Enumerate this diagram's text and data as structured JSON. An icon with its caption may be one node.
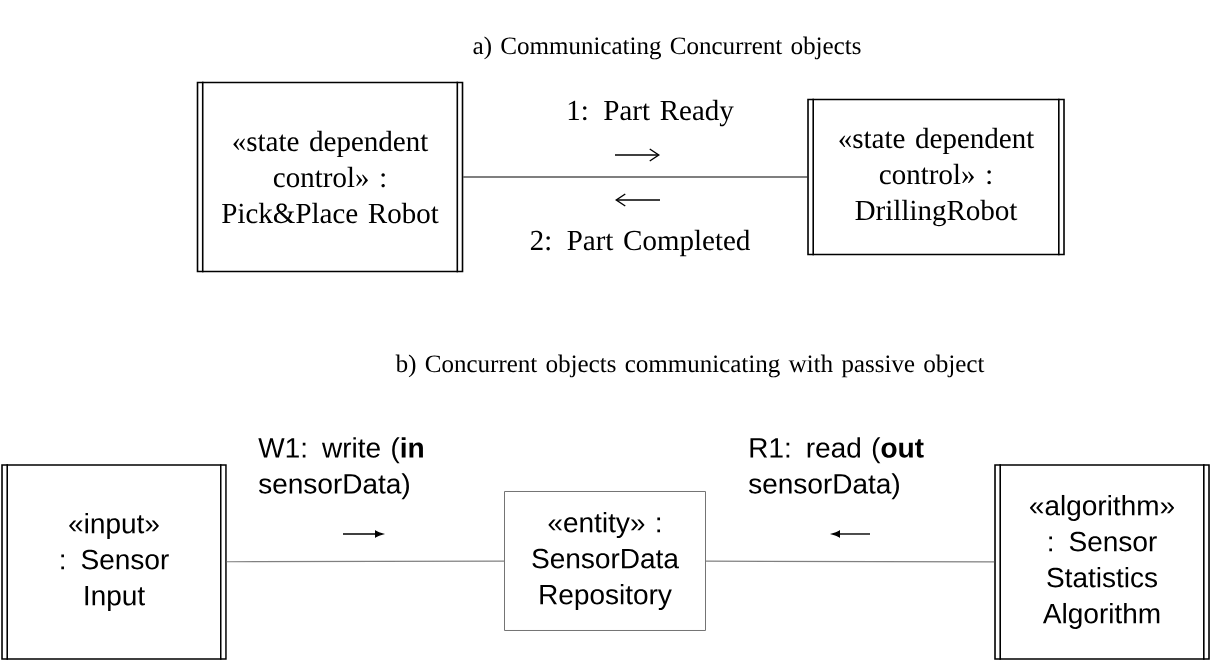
{
  "diagram": {
    "nodes": [
      {
        "text": [
          "«state dependent control» : Pick&Place Robot"
        ]
      },
      {
        "text": [
          "«state dependent control» : DrillingRobot"
        ]
      },
      {
        "text": [
          "«input» : Sensor Input"
        ]
      },
      {
        "text": [
          "«entity» : SensorData Repository"
        ]
      },
      {
        "text": [
          "«algorithm» : Sensor Statistics Algorithm"
        ]
      }
    ],
    "edges": [
      {
        "from": 0,
        "to": 1,
        "arrow": "none",
        "color": "#000000"
      },
      {
        "from": 2,
        "to": 3,
        "arrow": "none"
      },
      {
        "from": 3,
        "to": 4,
        "arrow": "none"
      }
    ],
    "labels": [
      "a) Communicating Concurrent objects",
      "1: Part Ready",
      "2: Part Completed",
      "b) Concurrent objects communicating with passive object",
      "W1: write (**in** sensorData)",
      "R1: read (**out** sensorData)"
    ]
  }
}
